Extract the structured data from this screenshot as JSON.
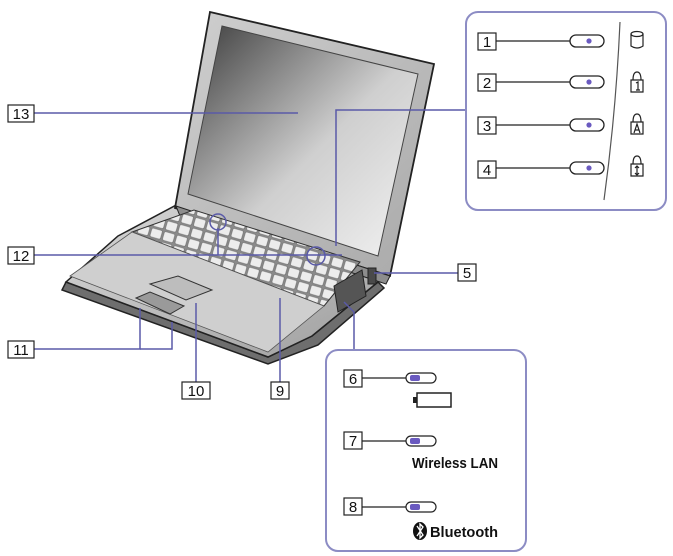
{
  "callouts": [
    {
      "id": "1",
      "text": "1"
    },
    {
      "id": "2",
      "text": "2"
    },
    {
      "id": "3",
      "text": "3"
    },
    {
      "id": "4",
      "text": "4"
    },
    {
      "id": "5",
      "text": "5"
    },
    {
      "id": "6",
      "text": "6"
    },
    {
      "id": "7",
      "text": "7"
    },
    {
      "id": "8",
      "text": "8"
    },
    {
      "id": "9",
      "text": "9"
    },
    {
      "id": "10",
      "text": "10"
    },
    {
      "id": "11",
      "text": "11"
    },
    {
      "id": "12",
      "text": "12"
    },
    {
      "id": "13",
      "text": "13"
    }
  ],
  "indicator_icons": [
    "hard-disk-icon",
    "num-lock-icon",
    "caps-lock-icon",
    "scroll-lock-icon"
  ],
  "lower_panel": {
    "battery_icon": "battery-icon",
    "wireless_label": "Wireless LAN",
    "bluetooth_label": "Bluetooth",
    "bluetooth_icon": "bluetooth-icon"
  },
  "colors": {
    "line": "#5a5aa8",
    "panel_border": "#8c8cc4",
    "laptop_outline": "#222222",
    "screen_dark": "#3c3c3c",
    "screen_light": "#e6e6e6"
  }
}
